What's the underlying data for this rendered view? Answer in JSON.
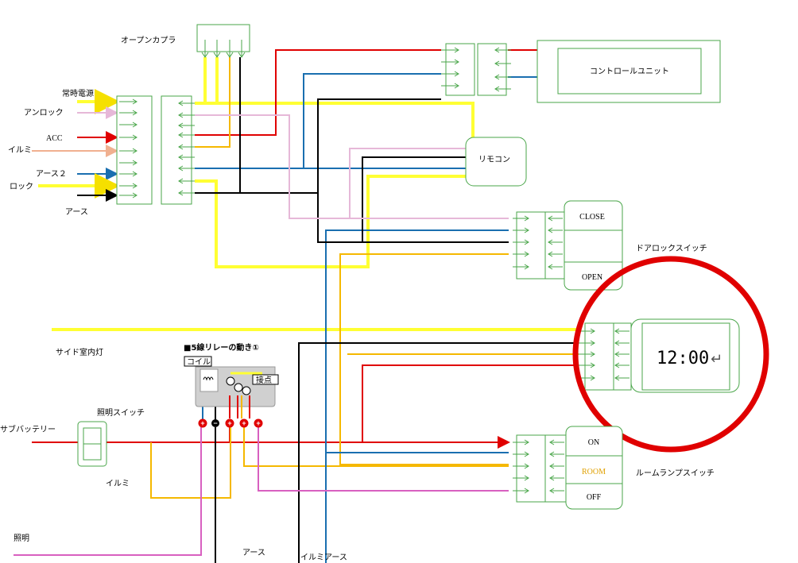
{
  "labels": {
    "open_coupler": "オープンカプラ",
    "constant_power": "常時電源",
    "unlock": "アンロック",
    "acc": "ACC",
    "illumination": "イルミ",
    "ground2": "アース２",
    "lock": "ロック",
    "ground": "アース",
    "control_unit": "コントロールユニット",
    "remote": "リモコン",
    "close": "CLOSE",
    "open": "OPEN",
    "door_lock_switch": "ドアロックスイッチ",
    "side_room_lamp": "サイド室内灯",
    "relay_title": "■5線リレーの動き①",
    "coil": "コイル",
    "contact": "接点",
    "lighting_switch": "照明スイッチ",
    "sub_battery": "サブバッテリー",
    "illumination2": "イルミ",
    "lighting": "照明",
    "ground_bottom": "アース",
    "illumination_ground": "イルミアース",
    "clock_time": "12:00",
    "switch_on": "ON",
    "switch_room": "ROOM",
    "switch_off": "OFF",
    "room_lamp_switch": "ルームランプスイッチ"
  },
  "colors": {
    "yellow": "#ffff33",
    "red": "#e00000",
    "pink": "#e6b8d8",
    "salmon": "#f0b090",
    "blue": "#1a6fb0",
    "black": "#000000",
    "orange": "#f5b800",
    "magenta": "#d860c0",
    "green": "#4aa64a",
    "highlight_circle": "#e00000"
  }
}
